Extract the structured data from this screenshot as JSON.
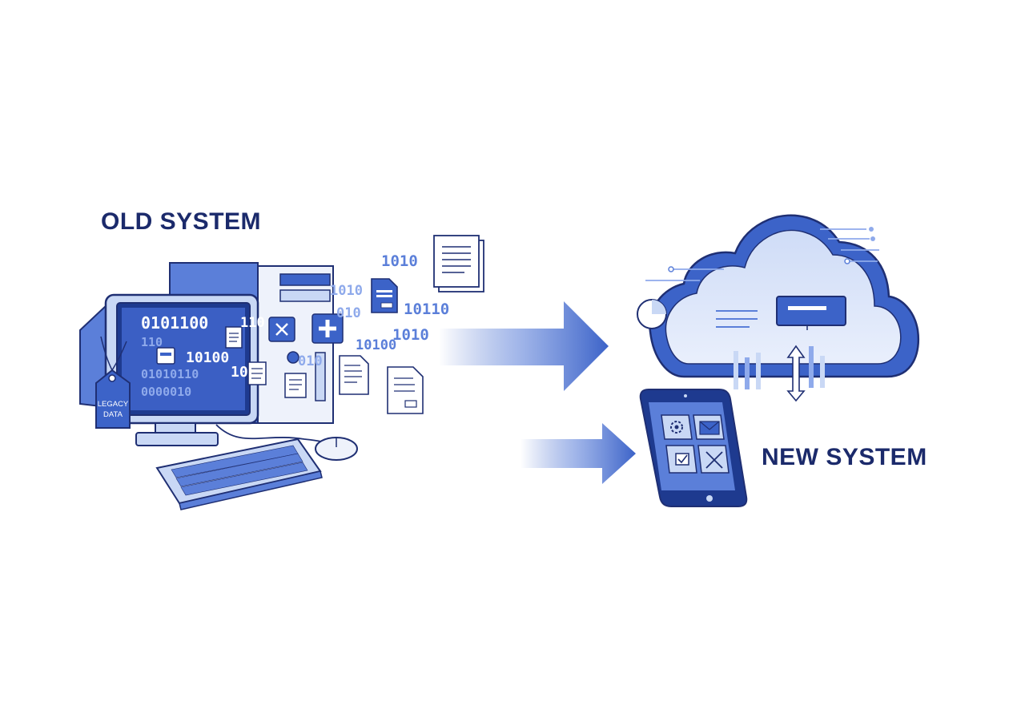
{
  "labels": {
    "old_system": "OLD SYSTEM",
    "new_system": "NEW SYSTEM",
    "legacy_tag_line1": "LEGACY",
    "legacy_tag_line2": "DATA"
  },
  "screen_binary": {
    "row1": "0101100",
    "row2": "10100",
    "row3": "01010110",
    "row4": "0000010",
    "row5": "110",
    "row6": "10"
  },
  "floating_binary": {
    "b1": "1010",
    "b2": "1010",
    "b3": "010",
    "b4": "10110",
    "b5": "1010",
    "b6": "10100",
    "b7": "010",
    "b8": "110"
  },
  "colors": {
    "navy": "#1b2a6b",
    "blue": "#3c63c8",
    "mid_blue": "#5b7fd9",
    "light_blue": "#c9d8f5",
    "pale_blue": "#e4ecfb",
    "outline": "#1f2f73"
  }
}
